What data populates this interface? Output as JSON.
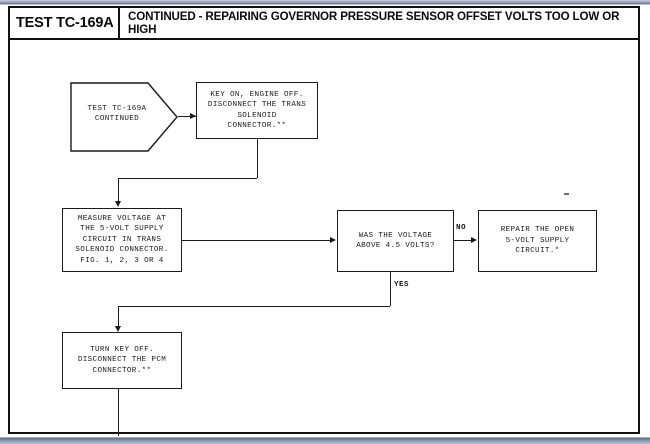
{
  "page": {
    "header": {
      "test_id": "TEST TC-169A",
      "title": "CONTINUED - REPAIRING GOVERNOR PRESSURE SENSOR OFFSET VOLTS TOO LOW OR HIGH"
    },
    "colors": {
      "ink": "#1a1a1a",
      "paper": "#ffffff",
      "scan_edge": "#8796ab"
    },
    "flowchart": {
      "type": "diagram",
      "nodes": [
        {
          "id": "start",
          "shape": "pentagon-arrow",
          "text": "TEST TC-169A\nCONTINUED"
        },
        {
          "id": "key-on",
          "shape": "rectangle",
          "text": "KEY ON, ENGINE OFF.\nDISCONNECT THE TRANS\nSOLENOID\nCONNECTOR.**"
        },
        {
          "id": "measure-voltage",
          "shape": "rectangle",
          "text": "MEASURE VOLTAGE AT\nTHE 5-VOLT SUPPLY\nCIRCUIT IN TRANS\nSOLENOID CONNECTOR.\nFIG. 1, 2, 3 OR 4"
        },
        {
          "id": "decision-voltage",
          "shape": "rectangle",
          "text": "WAS THE VOLTAGE\nABOVE 4.5 VOLTS?"
        },
        {
          "id": "repair-open",
          "shape": "rectangle",
          "text": "REPAIR THE OPEN\n5-VOLT SUPPLY\nCIRCUIT.*"
        },
        {
          "id": "turn-key-off",
          "shape": "rectangle",
          "text": "TURN KEY OFF.\nDISCONNECT THE PCM\nCONNECTOR.**"
        }
      ],
      "edges": [
        {
          "from": "start",
          "to": "key-on",
          "label": ""
        },
        {
          "from": "key-on",
          "to": "measure-voltage",
          "label": ""
        },
        {
          "from": "measure-voltage",
          "to": "decision-voltage",
          "label": ""
        },
        {
          "from": "decision-voltage",
          "to": "repair-open",
          "label": "NO"
        },
        {
          "from": "decision-voltage",
          "to": "turn-key-off",
          "label": "YES"
        },
        {
          "from": "turn-key-off",
          "to": "page-bottom",
          "label": ""
        }
      ]
    }
  }
}
